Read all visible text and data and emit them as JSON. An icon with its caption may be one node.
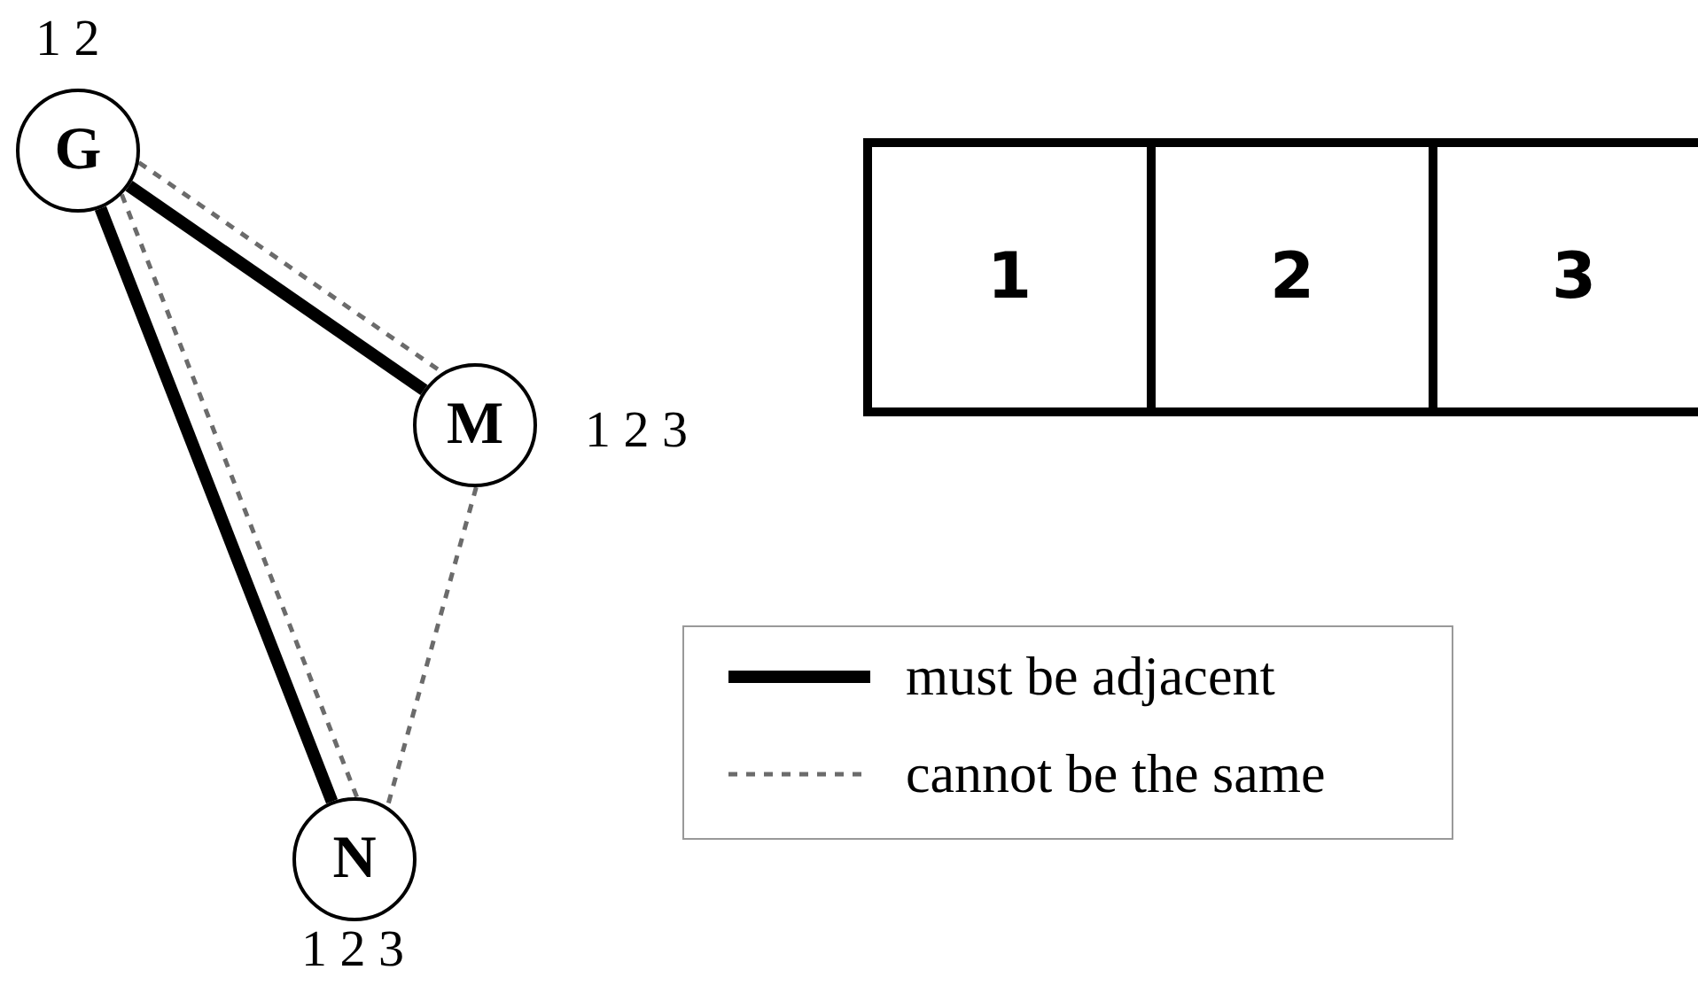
{
  "diagram": {
    "nodes": [
      {
        "text": [
          "G"
        ],
        "beside": [
          "1 2"
        ]
      },
      {
        "text": [
          "M"
        ],
        "beside": [
          "1 2 3"
        ]
      },
      {
        "text": [
          "N"
        ],
        "beside": [
          "1 2 3"
        ]
      },
      {
        "text": [
          "1"
        ]
      },
      {
        "text": [
          "2"
        ]
      },
      {
        "text": [
          "3"
        ]
      }
    ],
    "edges": [
      {
        "from": 0,
        "to": 1,
        "arrow": "none",
        "style": "thick",
        "color": "#000000"
      },
      {
        "from": 0,
        "to": 2,
        "arrow": "none",
        "style": "thick",
        "color": "#000000"
      },
      {
        "from": 0,
        "to": 1,
        "arrow": "none",
        "style": "dashed"
      },
      {
        "from": 0,
        "to": 2,
        "arrow": "none",
        "style": "dashed"
      },
      {
        "from": 1,
        "to": 2,
        "arrow": "none",
        "style": "dashed"
      }
    ],
    "legend": [
      {
        "text": "must be adjacent"
      },
      {
        "text": "cannot be the same"
      }
    ]
  }
}
